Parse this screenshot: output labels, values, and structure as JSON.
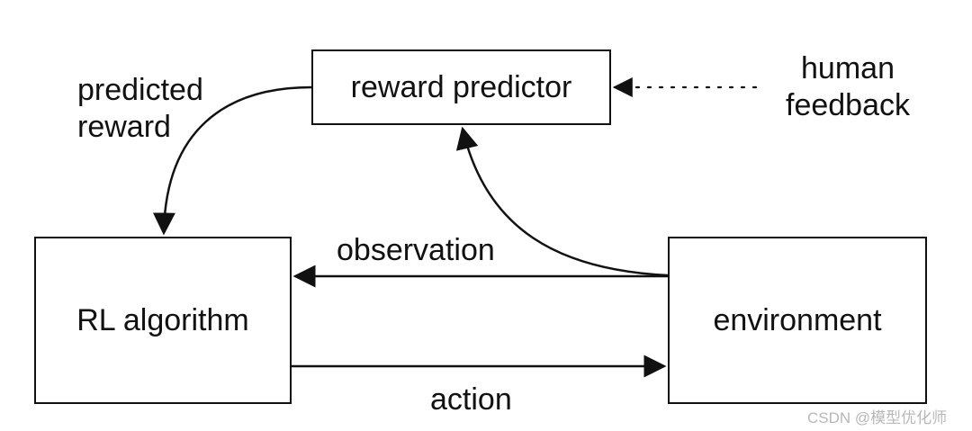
{
  "diagram": {
    "nodes": {
      "reward_predictor": "reward predictor",
      "rl_algorithm": "RL algorithm",
      "environment": "environment"
    },
    "edges": {
      "predicted_reward": [
        "predicted",
        "reward"
      ],
      "human_feedback": [
        "human",
        "feedback"
      ],
      "observation": "observation",
      "action": "action"
    }
  },
  "watermark": "CSDN @模型优化师",
  "colors": {
    "stroke": "#111111",
    "watermark": "#b8b8b8"
  }
}
